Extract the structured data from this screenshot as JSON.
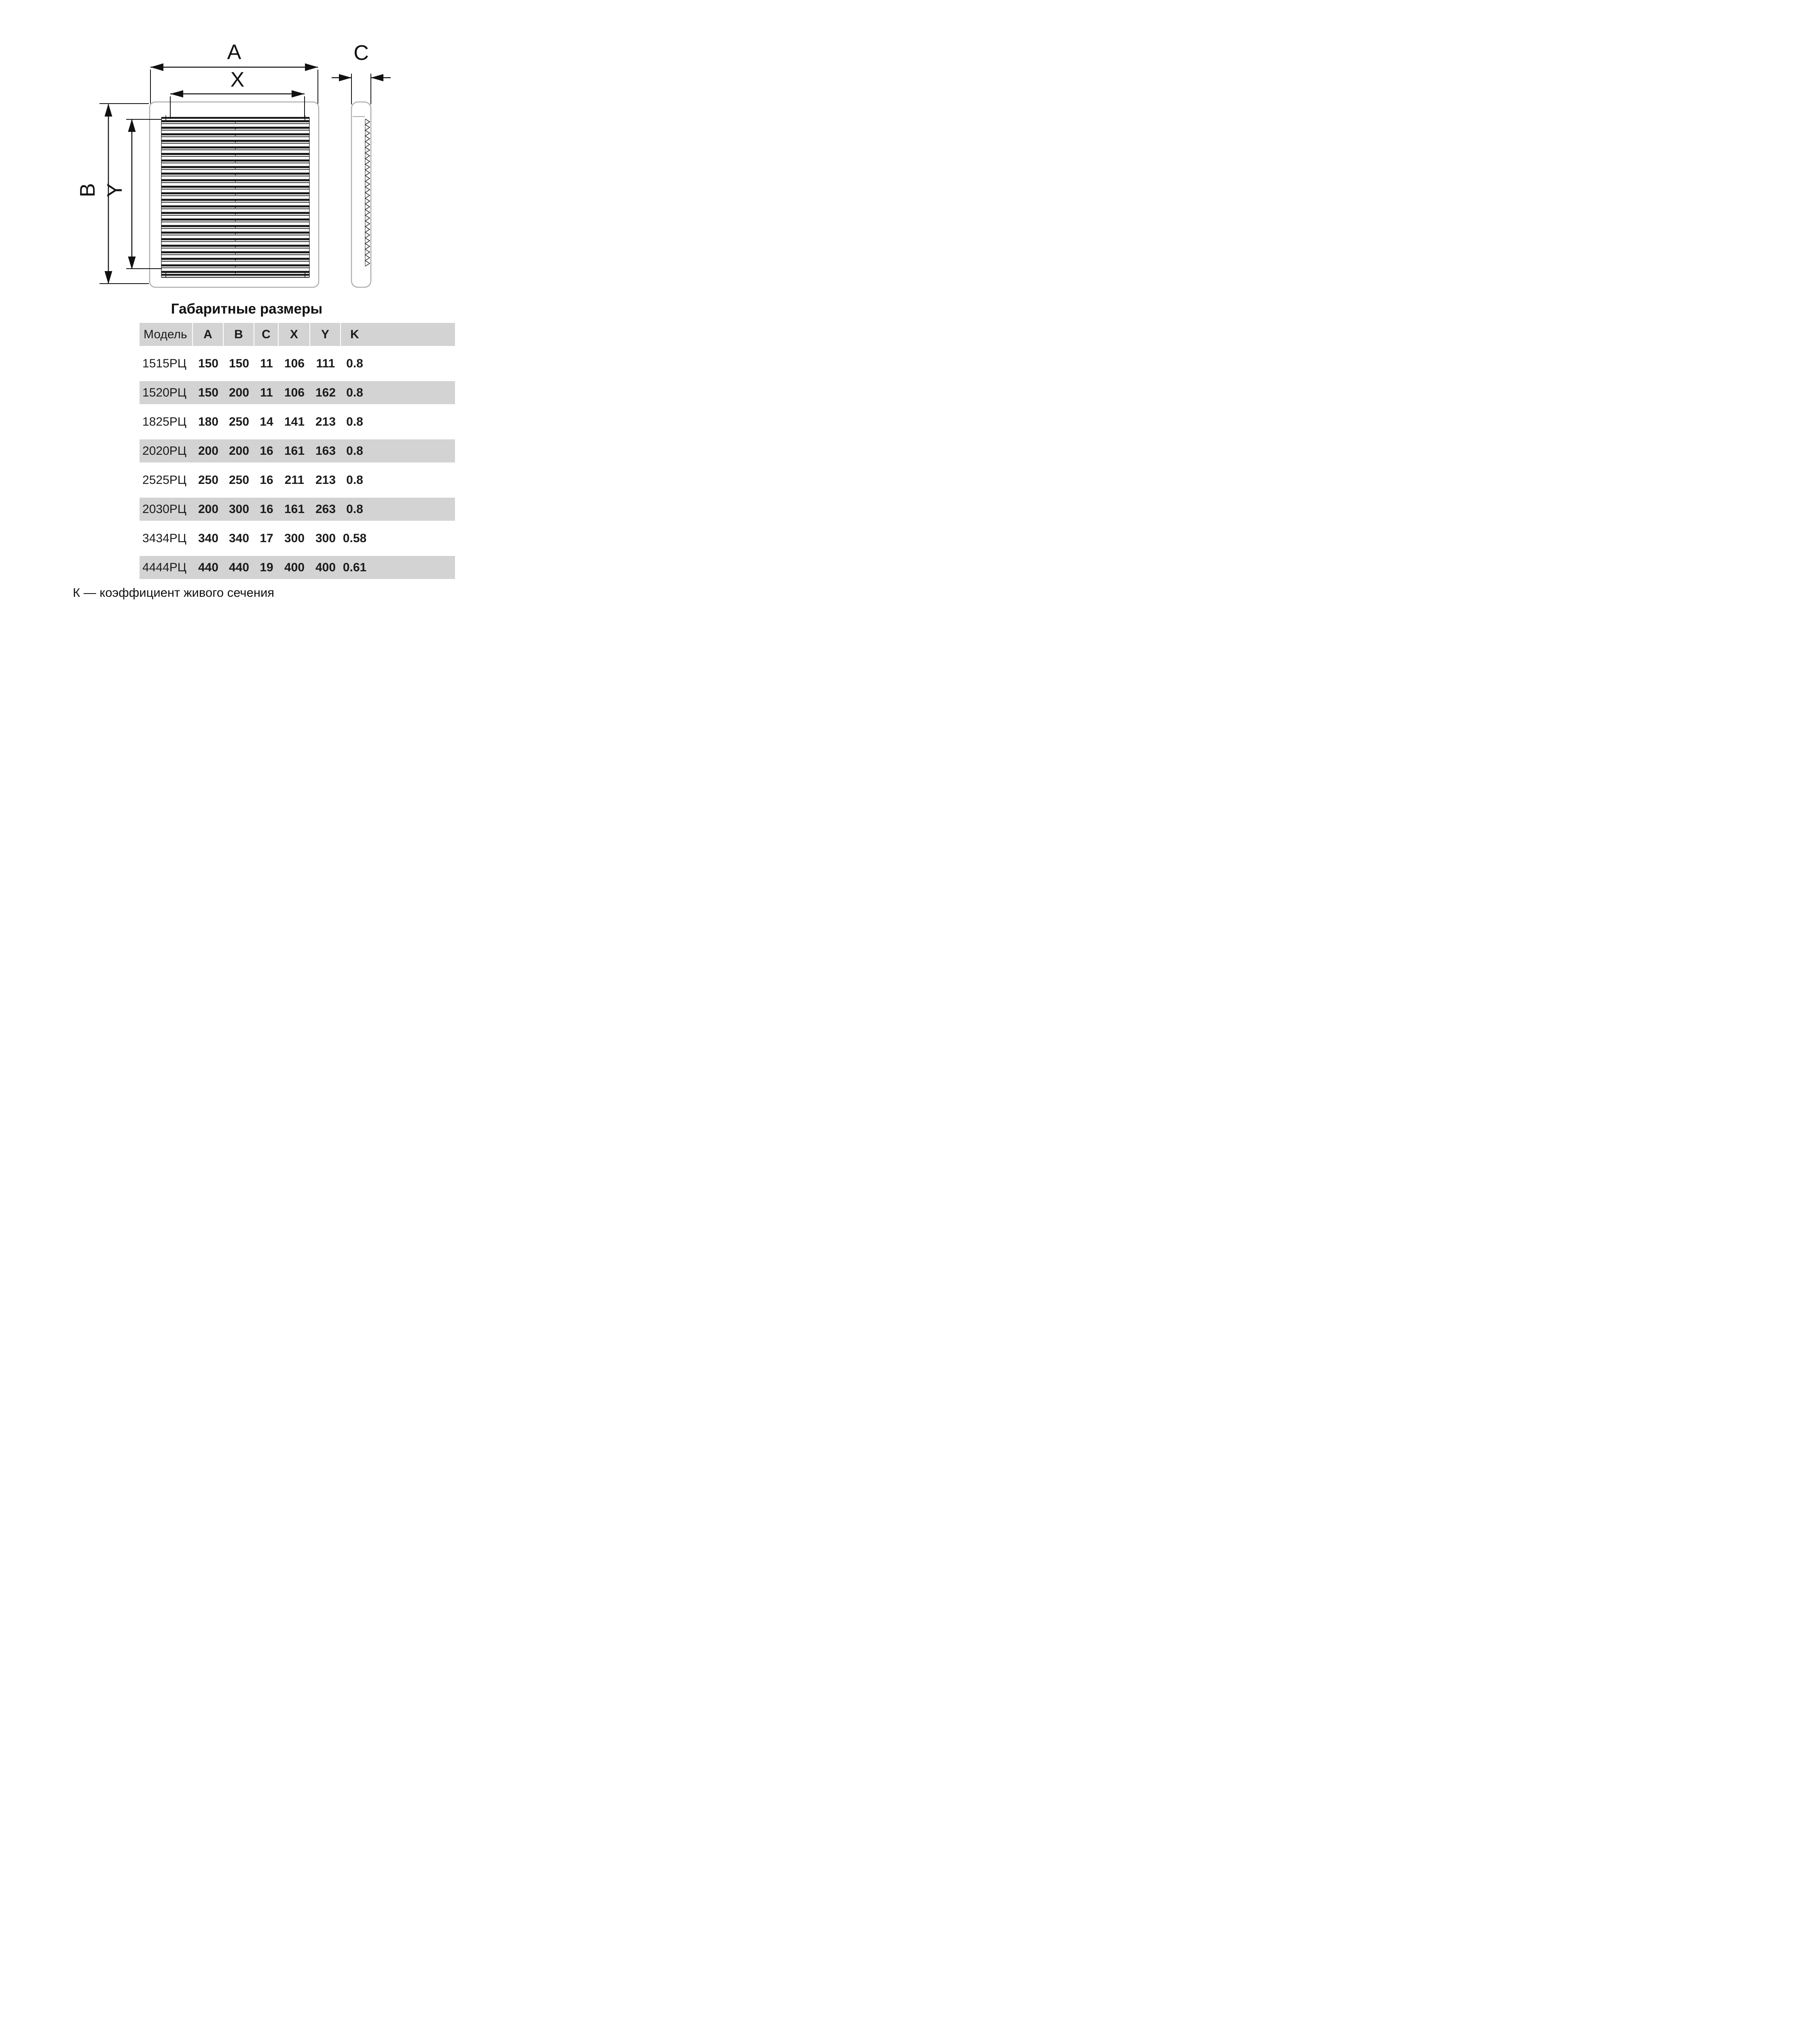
{
  "drawing": {
    "dim_labels": {
      "A": "A",
      "X": "X",
      "B": "B",
      "Y": "Y",
      "C": "C"
    }
  },
  "table": {
    "title": "Габаритные размеры",
    "columns": [
      "Модель",
      "A",
      "B",
      "C",
      "X",
      "Y",
      "K"
    ],
    "rows": [
      [
        "1515РЦ",
        "150",
        "150",
        "11",
        "106",
        "111",
        "0.8"
      ],
      [
        "1520РЦ",
        "150",
        "200",
        "11",
        "106",
        "162",
        "0.8"
      ],
      [
        "1825РЦ",
        "180",
        "250",
        "14",
        "141",
        "213",
        "0.8"
      ],
      [
        "2020РЦ",
        "200",
        "200",
        "16",
        "161",
        "163",
        "0.8"
      ],
      [
        "2525РЦ",
        "250",
        "250",
        "16",
        "211",
        "213",
        "0.8"
      ],
      [
        "2030РЦ",
        "200",
        "300",
        "16",
        "161",
        "263",
        "0.8"
      ],
      [
        "3434РЦ",
        "340",
        "340",
        "17",
        "300",
        "300",
        "0.58"
      ],
      [
        "4444РЦ",
        "440",
        "440",
        "19",
        "400",
        "400",
        "0.61"
      ]
    ]
  },
  "footnote": "К — коэффициент живого сечения",
  "colors": {
    "row_gray": "#d3d3d3",
    "ink": "#111111",
    "frame_outline": "#adadad"
  }
}
